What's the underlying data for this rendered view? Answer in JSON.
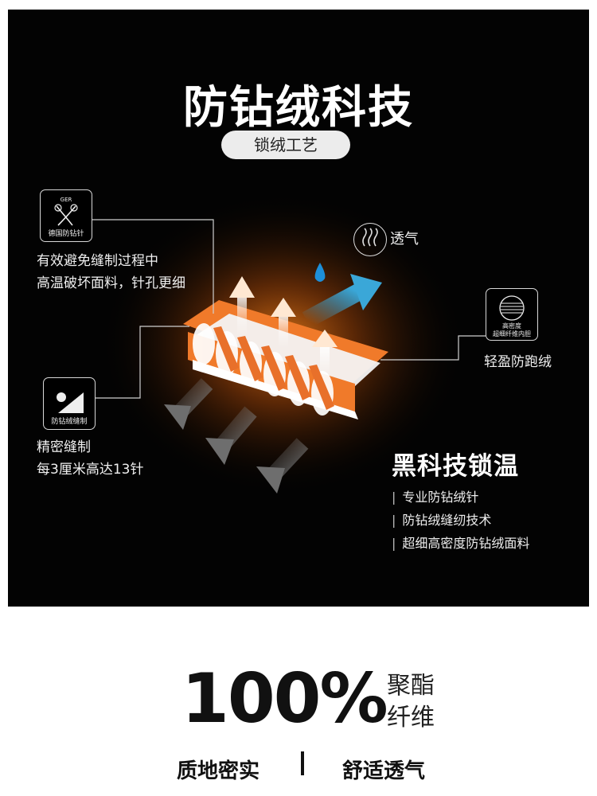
{
  "header": {
    "title": "防钻绒科技",
    "pill": "锁绒工艺"
  },
  "callouts": {
    "needle": {
      "icon_top": "GER",
      "icon_label": "德国防钻针",
      "desc_line1": "有效避免缝制过程中",
      "desc_line2": "高温破坏面料，针孔更细"
    },
    "stitch": {
      "icon_label": "防钻绒缝制",
      "desc_line1": "精密缝制",
      "desc_line2": "每3厘米高达13针"
    },
    "fabric": {
      "icon_label": "高密度\n超细纤维内胆",
      "icon_label_l1": "高密度",
      "icon_label_l2": "超细纤维内胆",
      "desc": "轻盈防跑绒"
    },
    "breath": {
      "label": "透气"
    }
  },
  "feature": {
    "title": "黑科技锁温",
    "items": [
      "专业防钻绒针",
      "防钻绒缝纫技术",
      "超细高密度防钻绒面料"
    ]
  },
  "footer": {
    "percent": "100%",
    "material_l1": "聚酯",
    "material_l2": "纤维",
    "left_tag": "质地密实",
    "right_tag": "舒适透气"
  },
  "colors": {
    "accent_orange": "#f07a2a",
    "arrow_blue": "#3aa7d8",
    "drop_blue": "#1d8fd9"
  }
}
